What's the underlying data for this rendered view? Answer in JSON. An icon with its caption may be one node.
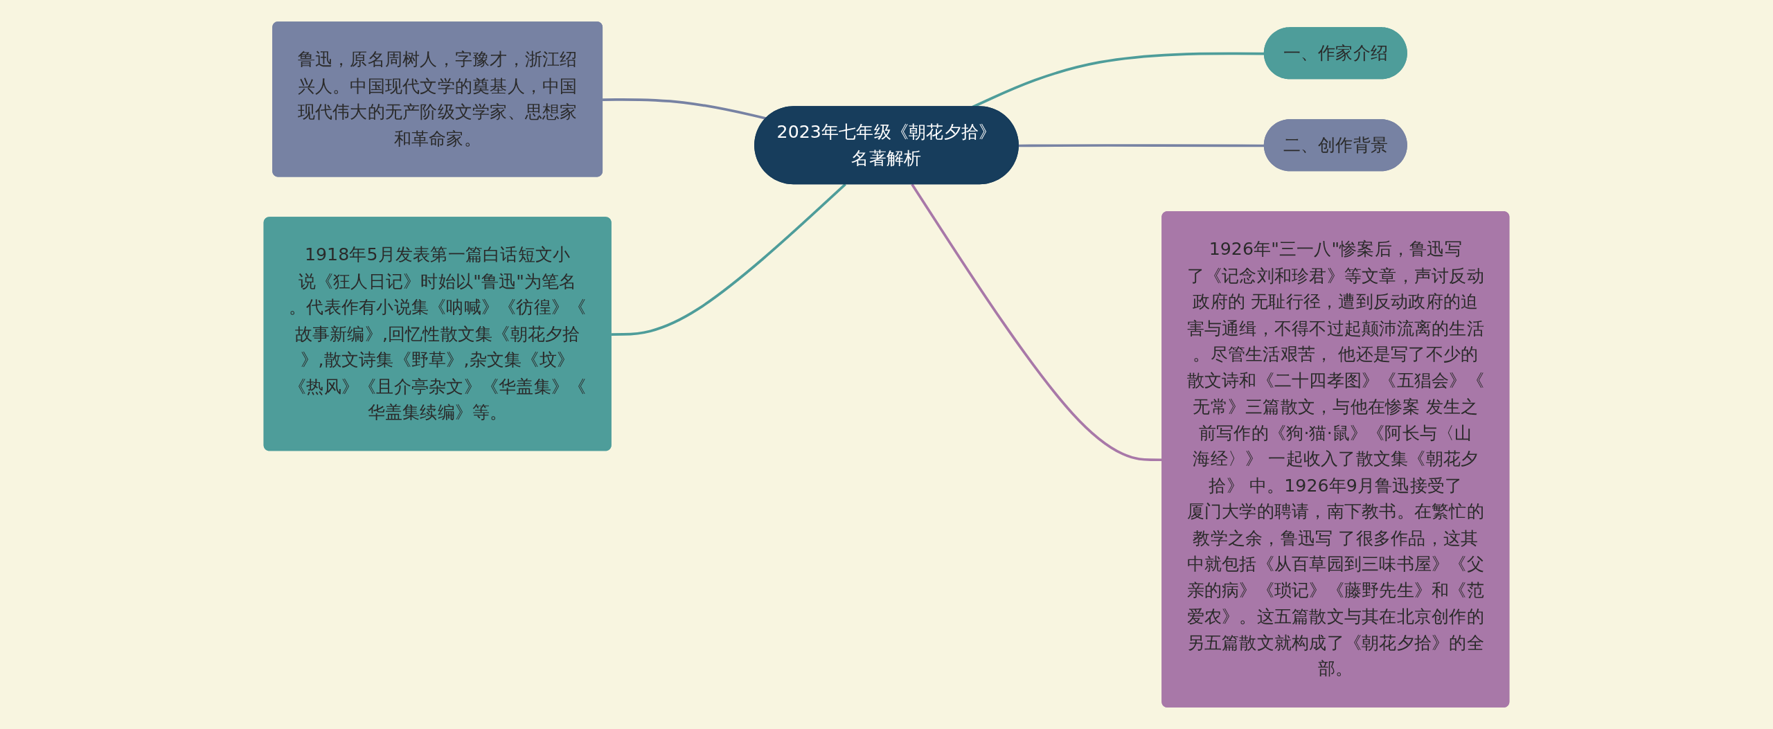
{
  "diagram": {
    "nodes": [
      {
        "text": [
          "2023年七年级《朝花夕拾》名著解析"
        ]
      },
      {
        "text": [
          "一、作家介绍"
        ]
      },
      {
        "text": [
          "二、创作背景"
        ]
      },
      {
        "text": [
          "鲁迅，原名周树人，字豫才，浙江绍兴人。中国现代文学的奠基人，中国现代伟大的无产阶级文学家、思想家和革命家。"
        ]
      },
      {
        "text": [
          "1918年5月发表第一篇白话短文小说《狂人日记》时始以\"鲁迅\"为笔名。代表作有小说集《呐喊》《彷徨》《故事新编》,回忆性散文集《朝花夕拾》,散文诗集《野草》,杂文集《坟》《热风》《且介亭杂文》《华盖集》《华盖集续编》等。"
        ]
      },
      {
        "text": [
          "1926年\"三一八\"惨案后，鲁迅写了《记念刘和珍君》等文章，声讨反动政府的 无耻行径，遭到反动政府的迫害与通缉，不得不过起颠沛流离的生活。尽管生活艰苦， 他还是写了不少的散文诗和《二十四孝图》《五猖会》《无常》三篇散文，与他在惨案 发生之前写作的《狗·猫·鼠》《阿长与〈山海经〉》 一起收入了散文集《朝花夕拾》 中。1926年9月鲁迅接受了厦门大学的聘请，南下教书。在繁忙的教学之余，鲁迅写 了很多作品，这其中就包括《从百草园到三味书屋》《父亲的病》《琐记》《藤野先生》和《范爱农》。这五篇散文与其在北京创作的另五篇散文就构成了《朝花夕拾》的全部。"
        ]
      }
    ],
    "edges": [
      {
        "from": 0,
        "to": 1,
        "arrow": "none",
        "color": "#4e9d9a"
      },
      {
        "from": 0,
        "to": 2,
        "arrow": "none",
        "color": "#7782a3"
      },
      {
        "from": 0,
        "to": 3,
        "arrow": "none",
        "color": "#7782a3"
      },
      {
        "from": 0,
        "to": 4,
        "arrow": "none",
        "color": "#4e9d9a"
      },
      {
        "from": 0,
        "to": 5,
        "arrow": "none",
        "color": "#a878a8"
      }
    ]
  }
}
